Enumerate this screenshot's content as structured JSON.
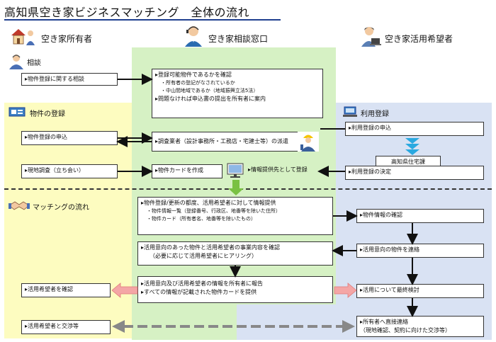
{
  "title": "高知県空き家ビジネスマッチング　全体の流れ",
  "columns": {
    "owner": "空き家所有者",
    "center": "空き家相談窓口",
    "user": "空き家活用希望者"
  },
  "sections": {
    "consult": "相談",
    "property_reg": "物件の登録",
    "user_reg": "利用登録",
    "matching": "マッチングの流れ"
  },
  "boxes": {
    "consult_owner": "▸物件登録に関する相談",
    "consult_center": [
      "▸登録可能物件であるかを確認",
      "・所有者の登記がなされているか",
      "・中山間地域であるか（地域振興立法5法）",
      "▸問題なければ申込書の提出を所有者に案内"
    ],
    "reg_apply": "▸物件登録の申込",
    "survey_dispatch": "▸調査業者（設計事務所・工務店・宅建士等）の派遣",
    "field_survey": "▸現地調査（立ち会い）",
    "card_create": "▸物件カードを作成",
    "info_register": "▸情報提供先として登録",
    "user_apply": "▸利用登録の申込",
    "kochi_office": "高知県住宅課",
    "user_decide": "▸利用登録の決定",
    "info_provide": [
      "▸物件登録/更新の都度、活用希望者に対して情報提供",
      "・物件情報一覧（登録番号、行政区、地番等を除いた住所）",
      "・物件カード（所有者名、地番等を除いたもの）"
    ],
    "user_check": "▸物件情報の確認",
    "confirm_plan": [
      "▸活用意向のあった物件と活用希望者の事業内容を確認",
      "（必要に応じて活用希望者にヒアリング）"
    ],
    "user_contact": "▸活用意向の物件を連絡",
    "owner_confirm": "▸活用希望者を確認",
    "report": [
      "▸活用意向及び活用希望者の情報を所有者に報告",
      "▸すべての情報が記載された物件カードを提供"
    ],
    "final_review": "▸活用について最終検討",
    "owner_negotiate": "▸活用希望者と交渉等",
    "direct_contact": [
      "▸所有者へ直接連絡",
      "（現地確認、契約に向けた交渉等）"
    ]
  },
  "icons": {
    "owner": "house-person-icon",
    "center": "operator-icon",
    "user": "laptop-person-icon",
    "worker": "worker-icon",
    "computer": "computer-icon"
  },
  "colors": {
    "owner_band": "#fdfcc0",
    "center_band": "#d6f1c4",
    "user_band": "#d9e2f3",
    "arrow_black": "#111111",
    "arrow_green": "#7ac143",
    "arrow_pink": "#f4a6a6",
    "arrow_blue": "#2aa9e0",
    "arrow_gray": "#888888",
    "title_line": "#1f3f8f"
  }
}
